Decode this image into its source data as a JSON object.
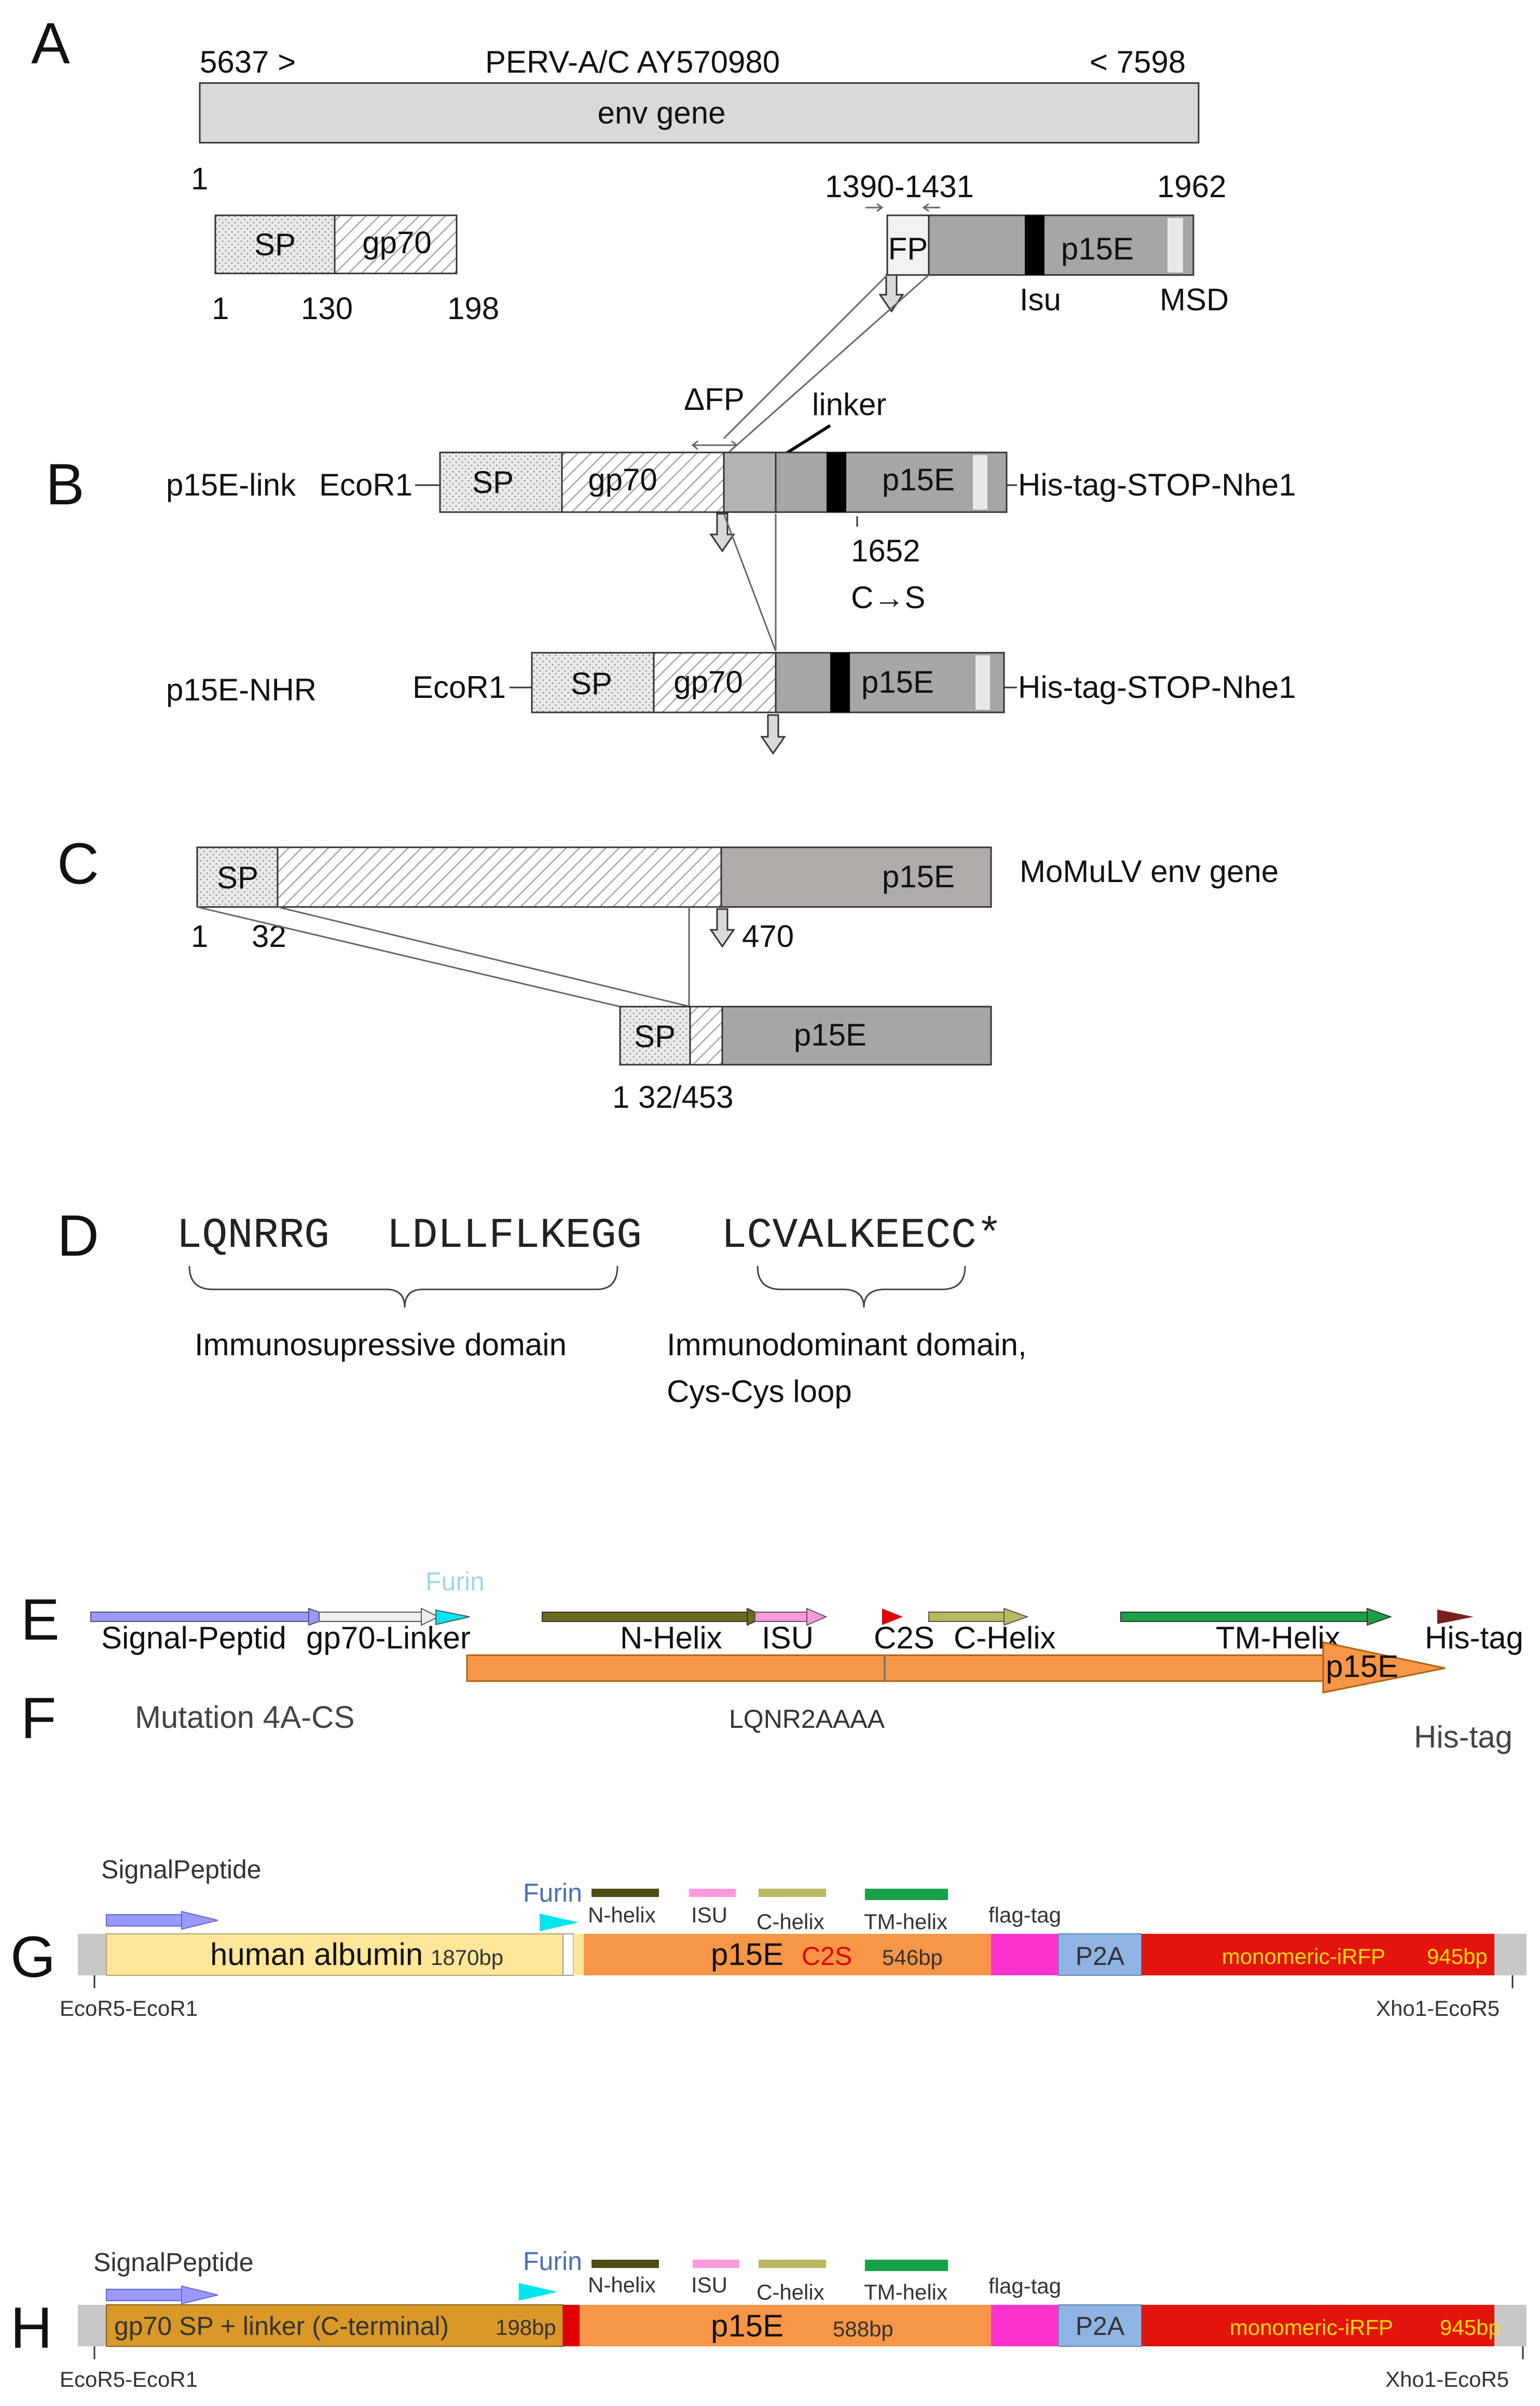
{
  "colors": {
    "grey_light": "#d9d9d9",
    "grey_mid": "#a6a6a6",
    "isu_black": "#000000",
    "orange": "#f79646",
    "albumin": "#ffe699",
    "gp70_orange": "#d99828",
    "magenta": "#ff33cc",
    "p2a_blue": "#8eb4e3",
    "iRFP_red": "#e3140c",
    "signal_purple": "#9999ff",
    "furin_cyan": "#00e5ee",
    "nhelix_olive": "#4d4d14",
    "isu_pink": "#ff99dd",
    "chelix_khaki": "#b8b860",
    "tm_green": "#18a048",
    "his_darkred": "#7a1f1f",
    "c2s_red": "#e00000",
    "yellow_text": "#ffdd00"
  },
  "panel_a": {
    "letter": "A",
    "start": "5637 >",
    "accession": "PERV-A/C AY570980",
    "end": "< 7598",
    "gene": "env gene",
    "pos_one": "1",
    "sp": "SP",
    "gp70": "gp70",
    "n1": "1",
    "n130": "130",
    "n198": "198",
    "fp_range": "1390-1431",
    "fp": "FP",
    "p15e": "p15E",
    "n1962": "1962",
    "isu": "Isu",
    "msd": "MSD"
  },
  "panel_b": {
    "letter": "B",
    "delta_fp": "ΔFP",
    "linker": "linker",
    "row1_name": "p15E-link",
    "ecor1": "EcoR1",
    "sp": "SP",
    "gp70": "gp70",
    "p15e": "p15E",
    "tail": "His-tag-STOP-Nhe1",
    "pos1652": "1652",
    "mutation": "C→S",
    "row2_name": "p15E-NHR"
  },
  "panel_c": {
    "letter": "C",
    "sp": "SP",
    "p15e": "p15E",
    "title": "MoMuLV env gene",
    "n1": "1",
    "n32": "32",
    "n470": "470",
    "bottom_pos": "1 32/453"
  },
  "panel_d": {
    "letter": "D",
    "seq1": "LQNRRG",
    "seq2": "LDLLFLKEGG",
    "seq3": "LCVALKEECC*",
    "domain1": "Immunosupressive domain",
    "domain2_line1": "Immunodominant domain,",
    "domain2_line2": "Cys-Cys loop"
  },
  "panel_e": {
    "letter": "E",
    "furin": "Furin",
    "signal": "Signal-Peptid",
    "gp70_linker": "gp70-Linker",
    "nhelix": "N-Helix",
    "isu": "ISU",
    "c2s": "C2S",
    "chelix": "C-Helix",
    "tmhelix": "TM-Helix",
    "histag": "His-tag",
    "p15e": "p15E"
  },
  "panel_f": {
    "letter": "F",
    "title": "Mutation 4A-CS",
    "mutation": "LQNR2AAAA",
    "histag": "His-tag"
  },
  "panel_g": {
    "letter": "G",
    "signal": "SignalPeptide",
    "furin": "Furin",
    "nhelix": "N-helix",
    "isu": "ISU",
    "chelix": "C-helix",
    "tmhelix": "TM-helix",
    "flagtag": "flag-tag",
    "albumin": "human albumin",
    "albumin_bp": "1870bp",
    "p15e": "p15E",
    "c2s": "C2S",
    "p15e_bp": "546bp",
    "p2a": "P2A",
    "irfp": "monomeric-iRFP",
    "irfp_bp": "945bp",
    "left_site": "EcoR5-EcoR1",
    "right_site": "Xho1-EcoR5"
  },
  "panel_h": {
    "letter": "H",
    "signal": "SignalPeptide",
    "furin": "Furin",
    "nhelix": "N-helix",
    "isu": "ISU",
    "chelix": "C-helix",
    "tmhelix": "TM-helix",
    "flagtag": "flag-tag",
    "gp70": "gp70 SP + linker (C-terminal)",
    "gp70_bp": "198bp",
    "p15e": "p15E",
    "p15e_bp": "588bp",
    "p2a": "P2A",
    "irfp": "monomeric-iRFP",
    "irfp_bp": "945bp",
    "left_site": "EcoR5-EcoR1",
    "right_site": "Xho1-EcoR5"
  }
}
